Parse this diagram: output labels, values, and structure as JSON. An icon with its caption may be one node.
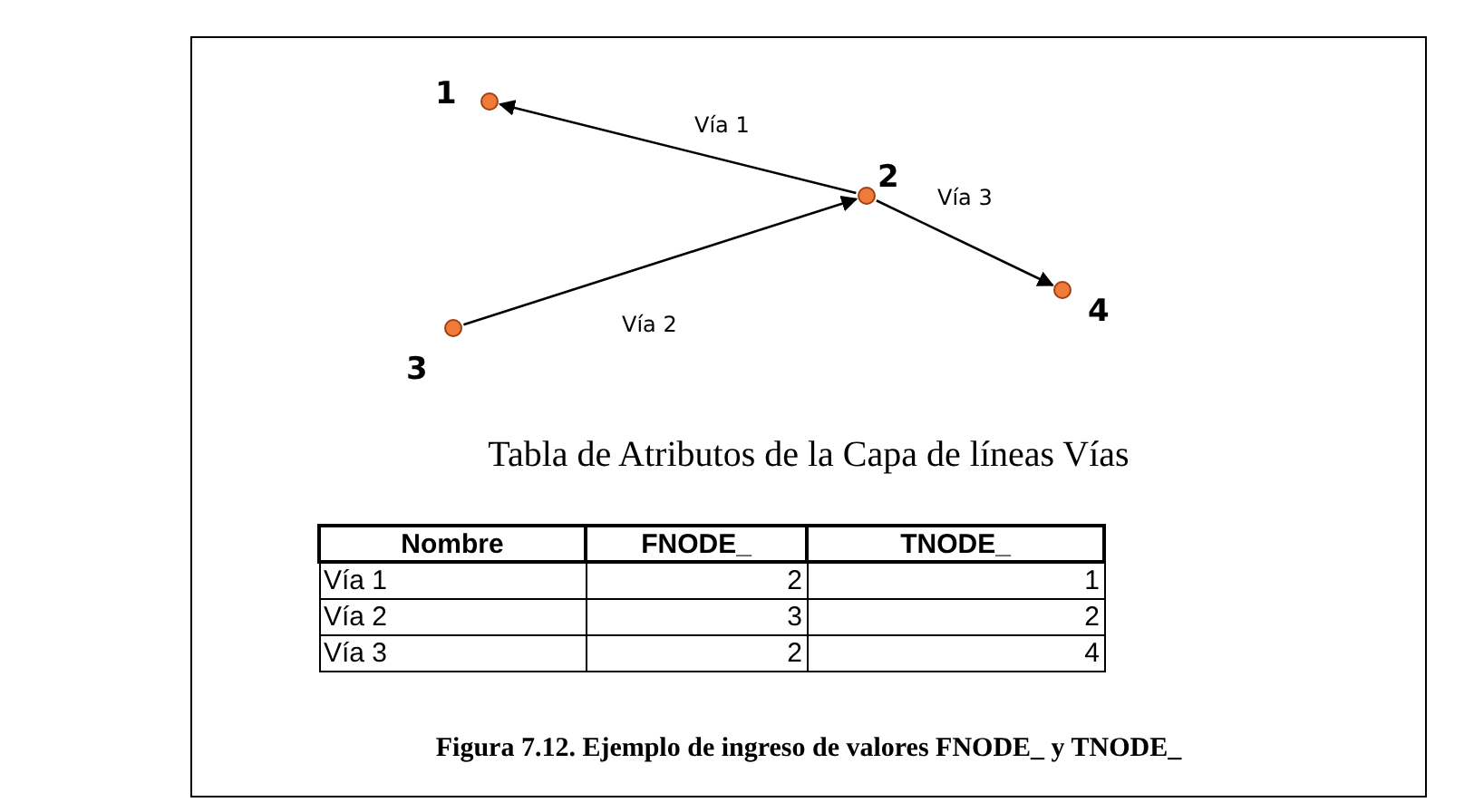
{
  "diagram": {
    "title": "Tabla de Atributos de la Capa de líneas Vías",
    "caption": "Figura 7.12. Ejemplo de ingreso de valores FNODE_ y TNODE_",
    "nodes": [
      {
        "text": [],
        "shape": "circle",
        "beside": [
          "1"
        ]
      },
      {
        "text": [],
        "shape": "circle",
        "beside": [
          "2"
        ]
      },
      {
        "text": [],
        "shape": "circle",
        "beside": [
          "3"
        ]
      },
      {
        "text": [],
        "shape": "circle",
        "beside": [
          "4"
        ]
      }
    ],
    "edges": [
      {
        "from": 1,
        "to": 0,
        "arrow": "to",
        "label": "Vía 1"
      },
      {
        "from": 2,
        "to": 1,
        "arrow": "to",
        "label": "Vía 2"
      },
      {
        "from": 1,
        "to": 3,
        "arrow": "to",
        "label": "Vía 3"
      }
    ],
    "labels": [
      "Nombre",
      "FNODE_",
      "TNODE_",
      "Vía 1",
      "2",
      "1",
      "Vía 2",
      "3",
      "2",
      "Vía 3",
      "2",
      "4"
    ]
  }
}
